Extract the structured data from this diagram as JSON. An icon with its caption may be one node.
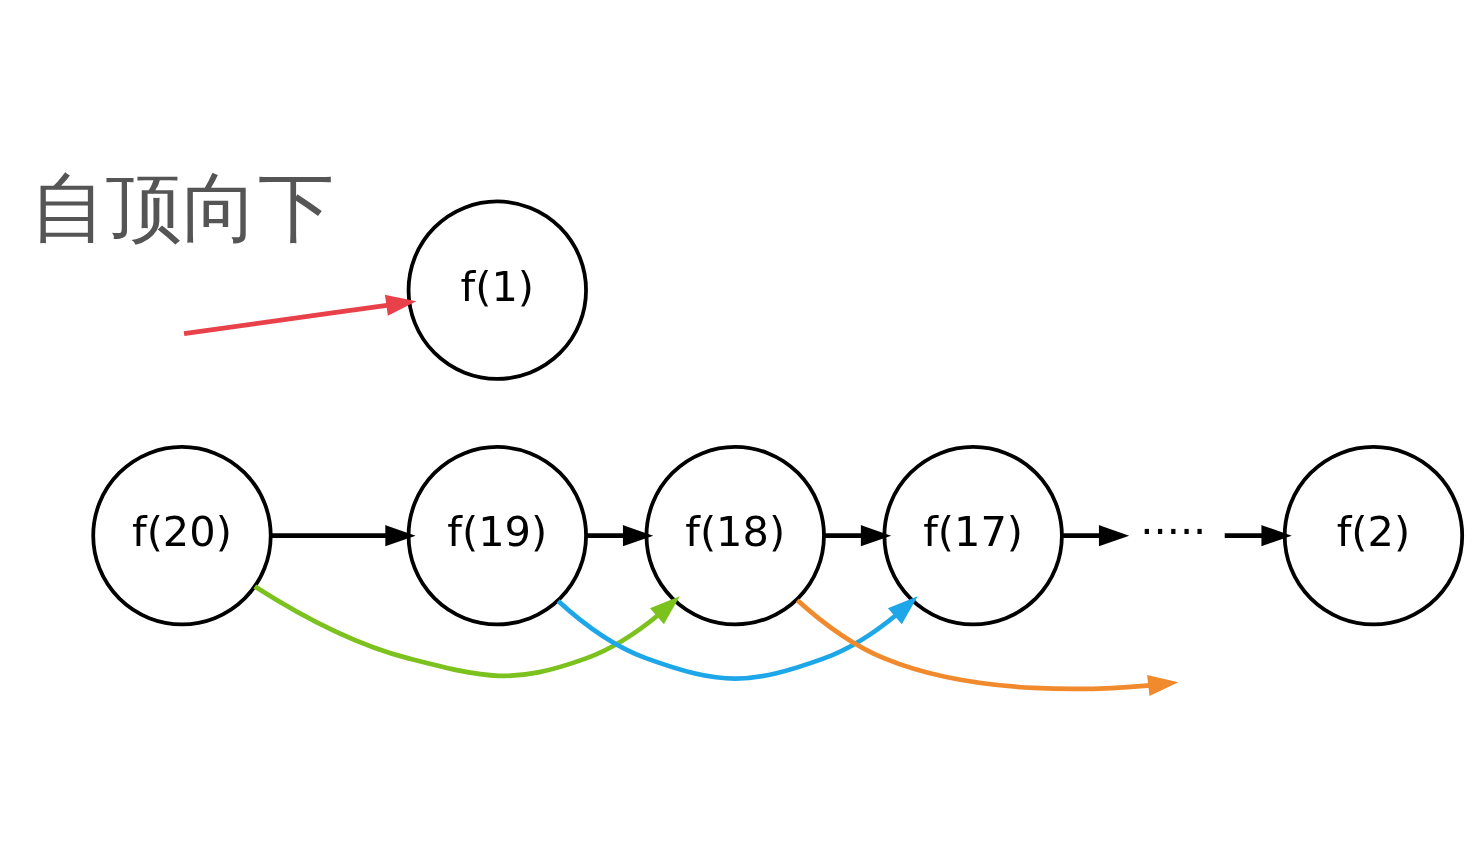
{
  "diagram": {
    "nodes": [
      {
        "text": [
          "f(20)"
        ]
      },
      {
        "text": [
          "f(19)"
        ]
      },
      {
        "text": [
          "f(18)"
        ]
      },
      {
        "text": [
          "f(17)"
        ]
      },
      {
        "text": [
          "·····"
        ]
      },
      {
        "text": [
          "f(2)"
        ]
      },
      {
        "text": [
          "f(1)"
        ]
      }
    ],
    "edges": [
      {
        "from": 0,
        "to": 1,
        "arrow": "to"
      },
      {
        "from": 1,
        "to": 2,
        "arrow": "to"
      },
      {
        "from": 2,
        "to": 3,
        "arrow": "to"
      },
      {
        "from": 3,
        "to": 4,
        "arrow": "to"
      },
      {
        "from": 4,
        "to": 5,
        "arrow": "to"
      },
      {
        "from": 0,
        "to": 2,
        "arrow": "to",
        "color": "#7cc21e"
      },
      {
        "from": 1,
        "to": 3,
        "arrow": "to",
        "color": "#1ea7e8"
      },
      {
        "from": 2,
        "to": null,
        "arrow": "to",
        "color": "#f08a2c"
      },
      {
        "from": null,
        "to": 6,
        "arrow": "to",
        "color": "#e8414a"
      }
    ],
    "labels": [
      "自顶向下"
    ]
  }
}
